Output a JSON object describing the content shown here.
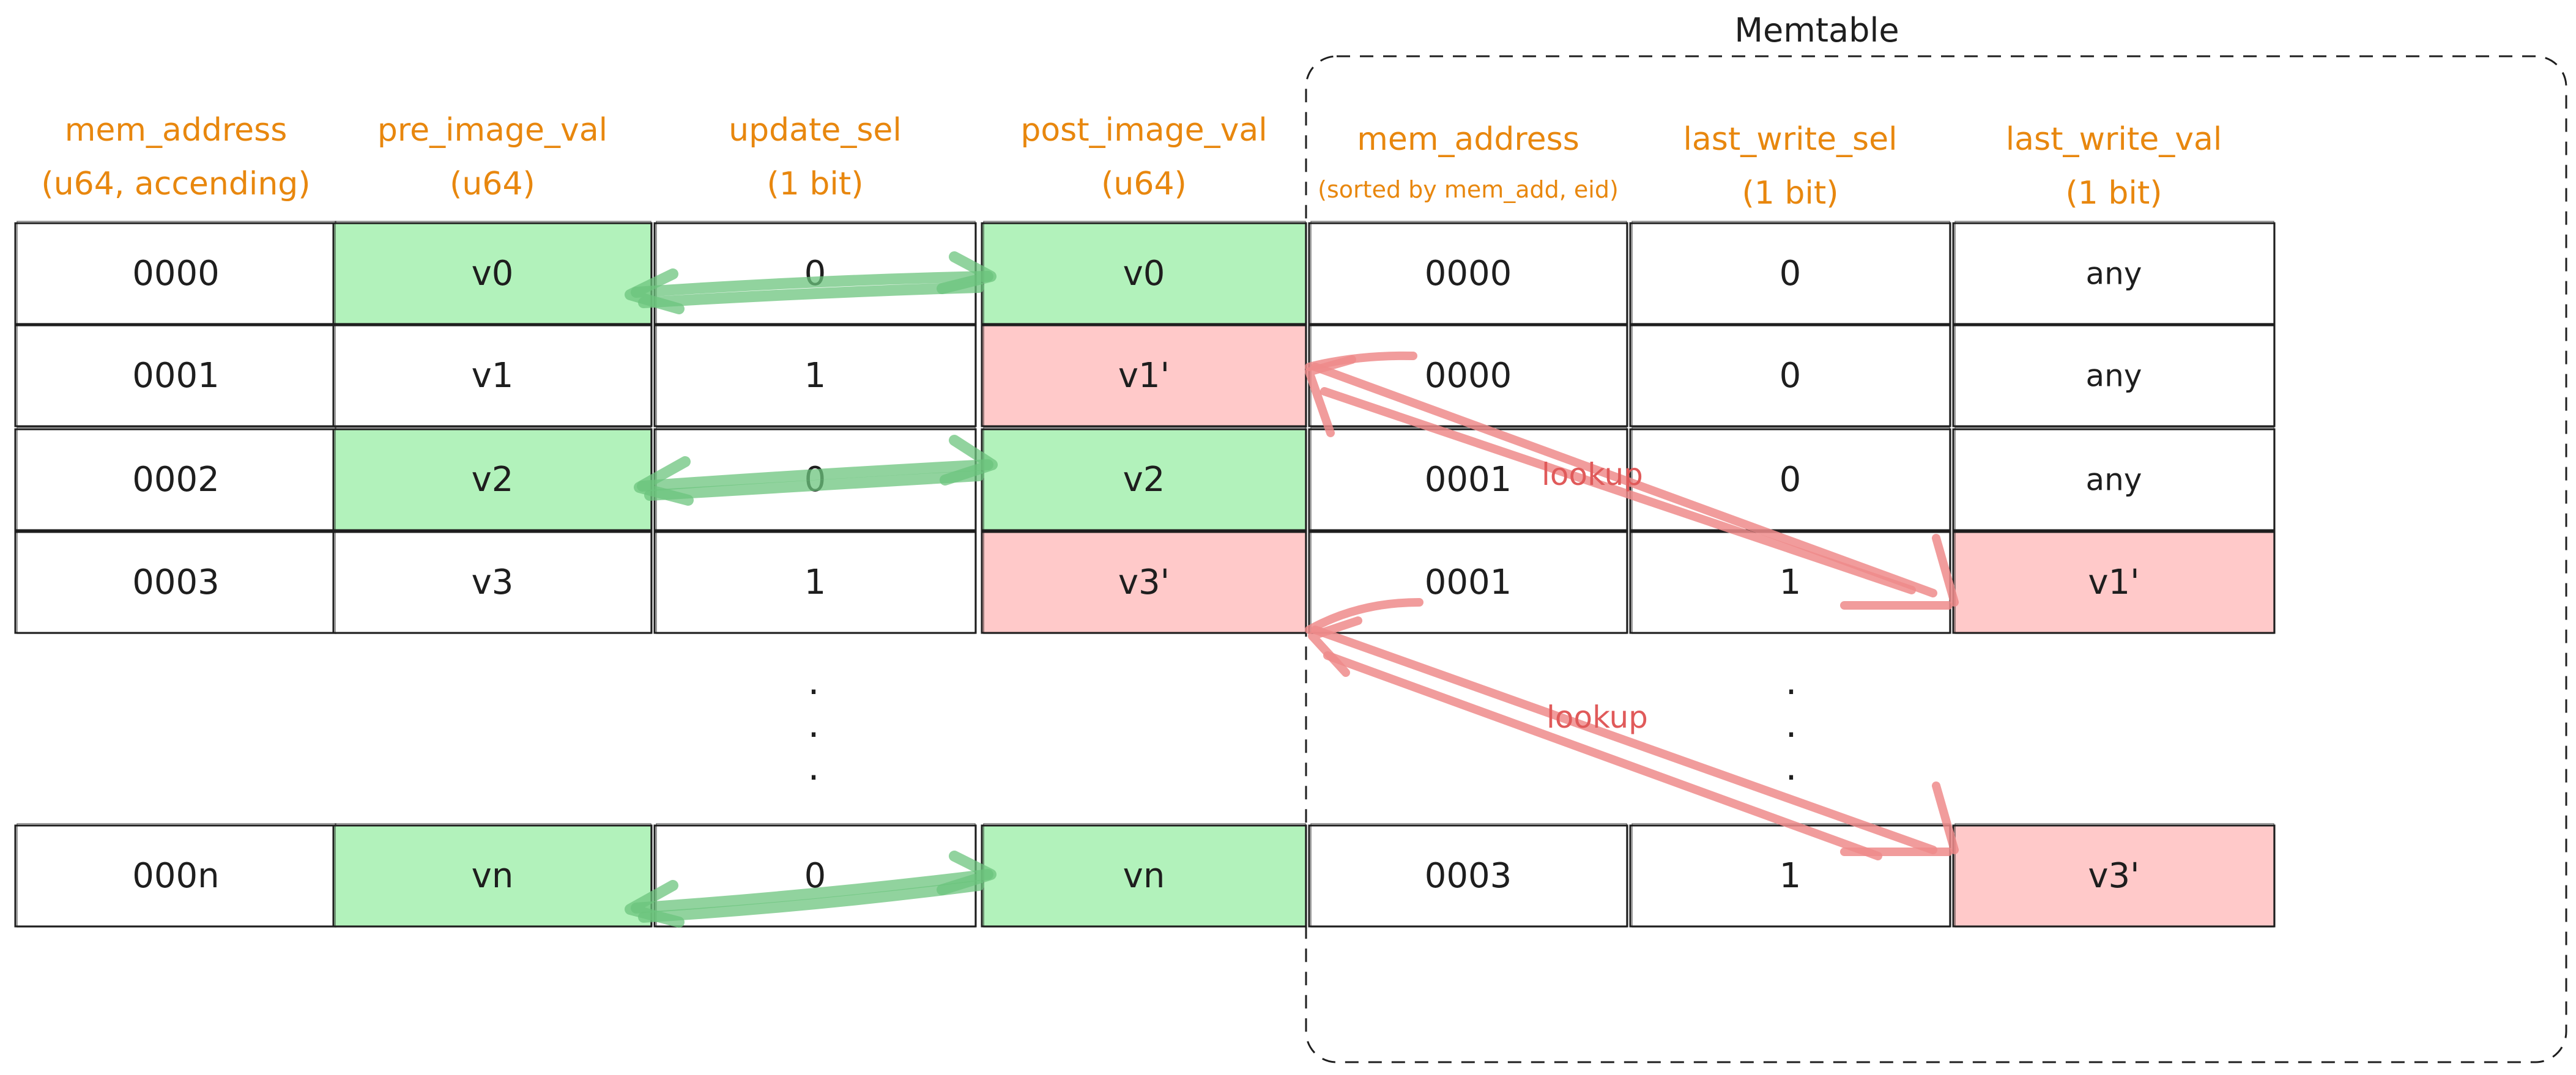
{
  "colors": {
    "header": "#e8870e",
    "green_fill": "#b2f2bb",
    "green_arrow": "#6cc47e",
    "red_fill": "#ffc9c9",
    "red_arrow": "#ef8b8b",
    "lookup_text": "#e05a5a",
    "ink": "#1e1e1e"
  },
  "memtable": {
    "title": "Memtable"
  },
  "headers": [
    {
      "line1": "mem_address",
      "line2": "(u64, accending)"
    },
    {
      "line1": "pre_image_val",
      "line2": "(u64)"
    },
    {
      "line1": "update_sel",
      "line2": "(1 bit)"
    },
    {
      "line1": "post_image_val",
      "line2": "(u64)"
    },
    {
      "line1": "mem_address",
      "line2": "(sorted by mem_add, eid)"
    },
    {
      "line1": "last_write_sel",
      "line2": "(1 bit)"
    },
    {
      "line1": "last_write_val",
      "line2": "(1 bit)"
    }
  ],
  "rows": [
    [
      "0000",
      "v0",
      "0",
      "v0",
      "0000",
      "0",
      "any"
    ],
    [
      "0001",
      "v1",
      "1",
      "v1'",
      "0000",
      "0",
      "any"
    ],
    [
      "0002",
      "v2",
      "0",
      "v2",
      "0001",
      "0",
      "any"
    ],
    [
      "0003",
      "v3",
      "1",
      "v3'",
      "0001",
      "1",
      "v1'"
    ],
    [
      "000n",
      "vn",
      "0",
      "vn",
      "0003",
      "1",
      "v3'"
    ]
  ],
  "fills": [
    [
      "none",
      "green",
      "none",
      "green",
      "none",
      "none",
      "none"
    ],
    [
      "none",
      "none",
      "none",
      "red",
      "none",
      "none",
      "none"
    ],
    [
      "none",
      "green",
      "none",
      "green",
      "none",
      "none",
      "none"
    ],
    [
      "none",
      "none",
      "none",
      "red",
      "none",
      "none",
      "red"
    ],
    [
      "none",
      "green",
      "none",
      "green",
      "none",
      "none",
      "red"
    ]
  ],
  "ellipsis": ".",
  "lookup_labels": [
    "lookup",
    "lookup"
  ],
  "arrow_links": [
    {
      "kind": "green",
      "from_row": 0,
      "from_col": 1,
      "to_row": 0,
      "to_col": 3
    },
    {
      "kind": "green",
      "from_row": 2,
      "from_col": 1,
      "to_row": 2,
      "to_col": 3
    },
    {
      "kind": "green",
      "from_row": 4,
      "from_col": 1,
      "to_row": 4,
      "to_col": 3
    },
    {
      "kind": "red",
      "from_row": 1,
      "from_col": 3,
      "to_row": 3,
      "to_col": 6
    },
    {
      "kind": "red",
      "from_row": 3,
      "from_col": 3,
      "to_row": 4,
      "to_col": 6
    }
  ]
}
